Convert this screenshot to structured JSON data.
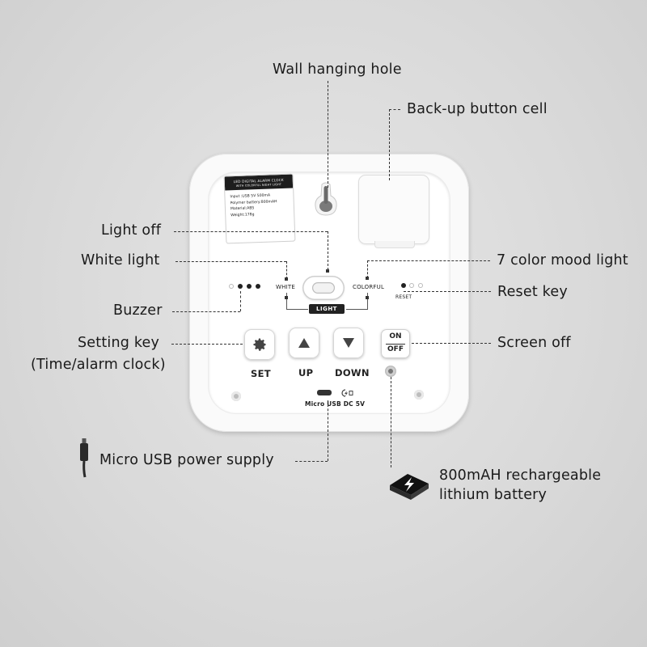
{
  "callouts": {
    "wall_hanging_hole": "Wall hanging hole",
    "backup_button_cell": "Back-up button cell",
    "light_off": "Light off",
    "white_light": "White light",
    "seven_color_mood_light": "7 color mood light",
    "reset_key": "Reset key",
    "buzzer": "Buzzer",
    "setting_key": "Setting key",
    "setting_key_sub": "(Time/alarm clock)",
    "screen_off": "Screen off",
    "micro_usb_power_supply": "Micro USB power supply",
    "battery_line1": "800mAH rechargeable",
    "battery_line2": "lithium battery"
  },
  "spec_label": {
    "header_line1": "LED DIGITAL ALARM CLOCK",
    "header_line2": "WITH COLORFUL NIGHT LIGHT",
    "lines": [
      "Input :USB 5V    500mA",
      "Polymer battery:800mAH",
      "Material:ABS",
      "Weight:178g"
    ]
  },
  "device": {
    "white_label": "WHITE",
    "colorful_label": "COLORFUL",
    "light_label": "LIGHT",
    "reset_label": "RESET",
    "set_label": "SET",
    "up_label": "UP",
    "down_label": "DOWN",
    "on_label": "ON",
    "off_label": "OFF",
    "usb_label": "Micro USB DC 5V"
  },
  "colors": {
    "background": "#d9d9d9",
    "device_body": "#fafafa",
    "text": "#1a1a1a",
    "dark": "#222222"
  }
}
